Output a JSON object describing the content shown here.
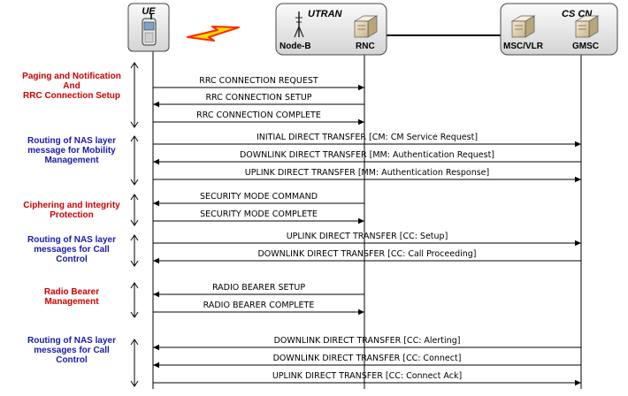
{
  "colors": {
    "phase_red": "#cc0000",
    "phase_blue": "#1a1aa6",
    "lightning": "#ffdd00",
    "lightning_stroke": "#ff2a00",
    "box_fill": "#ececec"
  },
  "entities": {
    "ue_label": "UE",
    "utran_title": "UTRAN",
    "node_b_label": "Node-B",
    "rnc_label": "RNC",
    "cscn_title": "CS CN",
    "msc_label": "MSC/VLR",
    "gmsc_label": "GMSC"
  },
  "icons": [
    "phone-icon",
    "lightning-icon",
    "antenna-icon",
    "rnc-switch-icon",
    "msc-switch-icon",
    "gmsc-switch-icon"
  ],
  "phases": [
    {
      "lines": [
        "Paging and Notification",
        "And",
        "RRC Connection Setup"
      ],
      "color": "red"
    },
    {
      "lines": [
        "Routing of NAS layer",
        "message for Mobility",
        "Management"
      ],
      "color": "blue"
    },
    {
      "lines": [
        "Ciphering and Integrity",
        "Protection"
      ],
      "color": "red"
    },
    {
      "lines": [
        "Routing of NAS layer",
        "messages for Call",
        "Control"
      ],
      "color": "blue"
    },
    {
      "lines": [
        "Radio Bearer",
        "Management"
      ],
      "color": "red"
    },
    {
      "lines": [
        "Routing of NAS layer",
        "messages for Call",
        "Control"
      ],
      "color": "blue"
    }
  ],
  "messages": [
    {
      "label": "RRC CONNECTION REQUEST",
      "from": "ue",
      "to": "rnc"
    },
    {
      "label": "RRC CONNECTION SETUP",
      "from": "rnc",
      "to": "ue"
    },
    {
      "label": "RRC CONNECTION COMPLETE",
      "from": "ue",
      "to": "rnc"
    },
    {
      "label": "INITIAL DIRECT TRANSFER [CM: CM Service Request]",
      "from": "ue",
      "to": "cn"
    },
    {
      "label": "DOWNLINK DIRECT TRANSFER [MM: Authentication Request]",
      "from": "cn",
      "to": "ue"
    },
    {
      "label": "UPLINK DIRECT TRANSFER [MM: Authentication Response]",
      "from": "ue",
      "to": "cn"
    },
    {
      "label": "SECURITY MODE COMMAND",
      "from": "rnc",
      "to": "ue"
    },
    {
      "label": "SECURITY MODE COMPLETE",
      "from": "ue",
      "to": "rnc"
    },
    {
      "label": "UPLINK DIRECT TRANSFER [CC: Setup]",
      "from": "ue",
      "to": "cn"
    },
    {
      "label": "DOWNLINK DIRECT TRANSFER [CC: Call Proceeding]",
      "from": "cn",
      "to": "ue"
    },
    {
      "label": "RADIO BEARER SETUP",
      "from": "rnc",
      "to": "ue"
    },
    {
      "label": "RADIO BEARER COMPLETE",
      "from": "ue",
      "to": "rnc"
    },
    {
      "label": "DOWNLINK DIRECT TRANSFER [CC: Alerting]",
      "from": "cn",
      "to": "ue"
    },
    {
      "label": "DOWNLINK DIRECT TRANSFER [CC: Connect]",
      "from": "cn",
      "to": "ue"
    },
    {
      "label": "UPLINK DIRECT TRANSFER [CC: Connect Ack]",
      "from": "ue",
      "to": "cn"
    }
  ]
}
